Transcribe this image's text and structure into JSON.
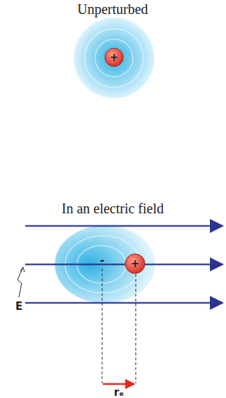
{
  "diagram": {
    "labels": [
      "Unperturbed",
      "+",
      "In an electric field",
      "-",
      "+",
      "E",
      "rₑ"
    ]
  }
}
